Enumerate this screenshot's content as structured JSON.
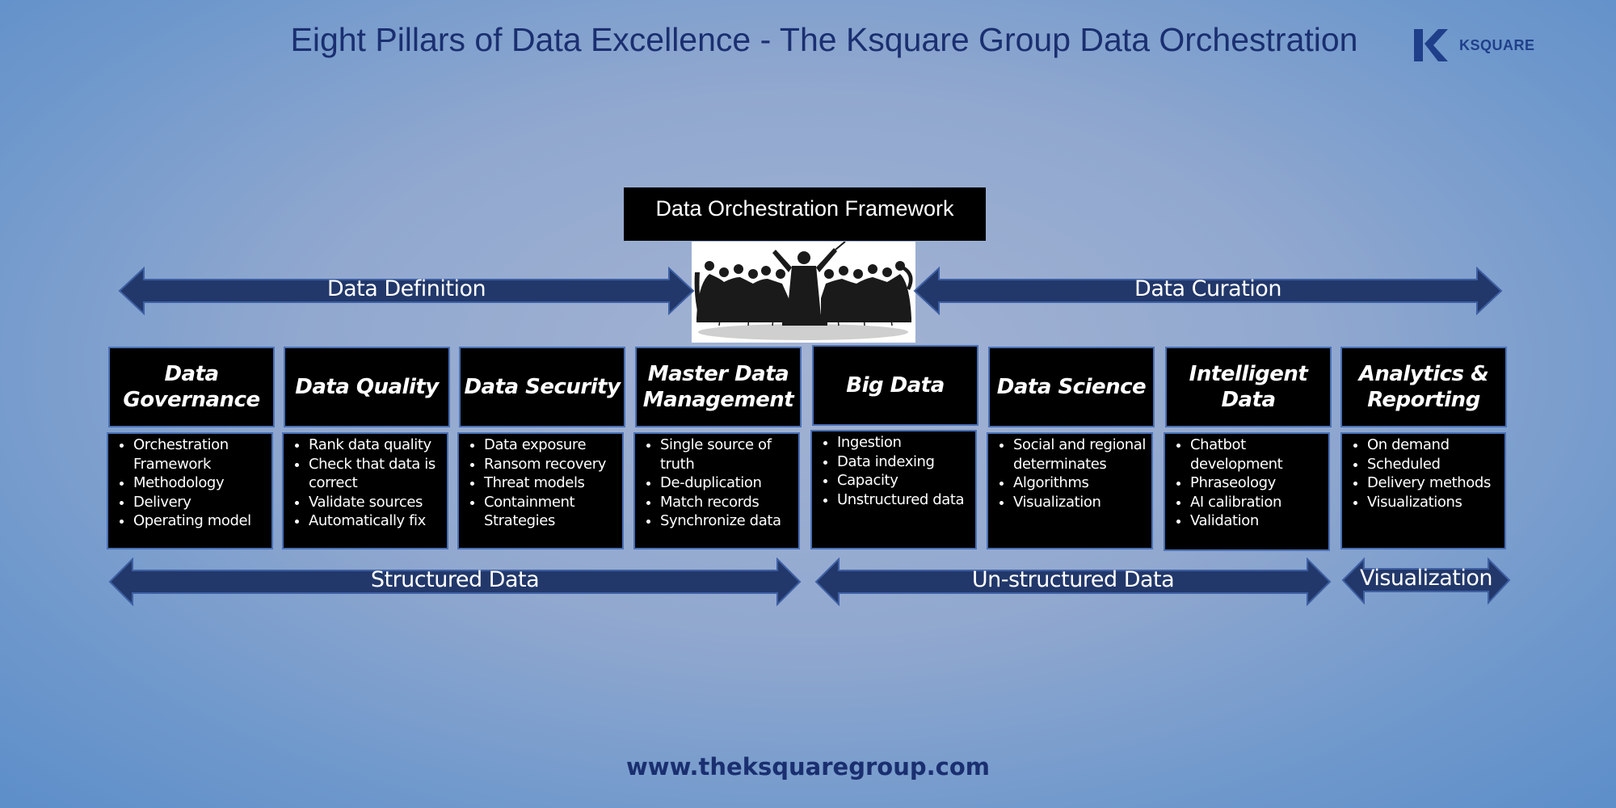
{
  "title": "Eight Pillars of Data Excellence - The Ksquare Group Data Orchestration",
  "logo": {
    "icon": "k-logo-icon",
    "text": "KSQUARE"
  },
  "framework_label": "Data Orchestration Framework",
  "orchestra_image": "orchestra-conductor-silhouette",
  "top_arrows": [
    {
      "label": "Data Definition"
    },
    {
      "label": "Data Curation"
    }
  ],
  "pillars": [
    {
      "title_lines": [
        "Data",
        "Governance"
      ],
      "items": [
        "Orchestration Framework",
        "Methodology",
        "Delivery",
        "Operating model"
      ]
    },
    {
      "title_lines": [
        "Data Quality"
      ],
      "items": [
        "Rank data quality",
        "Check that data is correct",
        "Validate sources",
        "Automatically fix"
      ]
    },
    {
      "title_lines": [
        "Data Security"
      ],
      "items": [
        "Data exposure",
        "Ransom recovery",
        "Threat models",
        "Containment Strategies"
      ]
    },
    {
      "title_lines": [
        "Master Data",
        "Management"
      ],
      "items": [
        "Single source of truth",
        "De-duplication",
        "Match records",
        "Synchronize data"
      ]
    },
    {
      "title_lines": [
        "Big Data"
      ],
      "items": [
        "Ingestion",
        "Data indexing",
        "Capacity",
        "Unstructured data"
      ]
    },
    {
      "title_lines": [
        "Data Science"
      ],
      "items": [
        "Social and regional determinates",
        "Algorithms",
        "Visualization"
      ]
    },
    {
      "title_lines": [
        "Intelligent",
        "Data"
      ],
      "items": [
        "Chatbot development",
        "Phraseology",
        "AI calibration",
        "Validation"
      ]
    },
    {
      "title_lines": [
        "Analytics &",
        "Reporting"
      ],
      "items": [
        "On demand",
        "Scheduled",
        "Delivery methods",
        "Visualizations"
      ]
    }
  ],
  "bottom_arrows": [
    {
      "label": "Structured Data"
    },
    {
      "label": "Un-structured Data"
    },
    {
      "label": "Visualization"
    }
  ],
  "website": "www.theksquaregroup.com",
  "colors": {
    "title": "#1a2f70",
    "arrow_fill": "#22386a",
    "arrow_border": "#3d5fa3",
    "box_fill": "#000000",
    "box_border": "#4a70b5",
    "logo": "#1f3f8a"
  }
}
